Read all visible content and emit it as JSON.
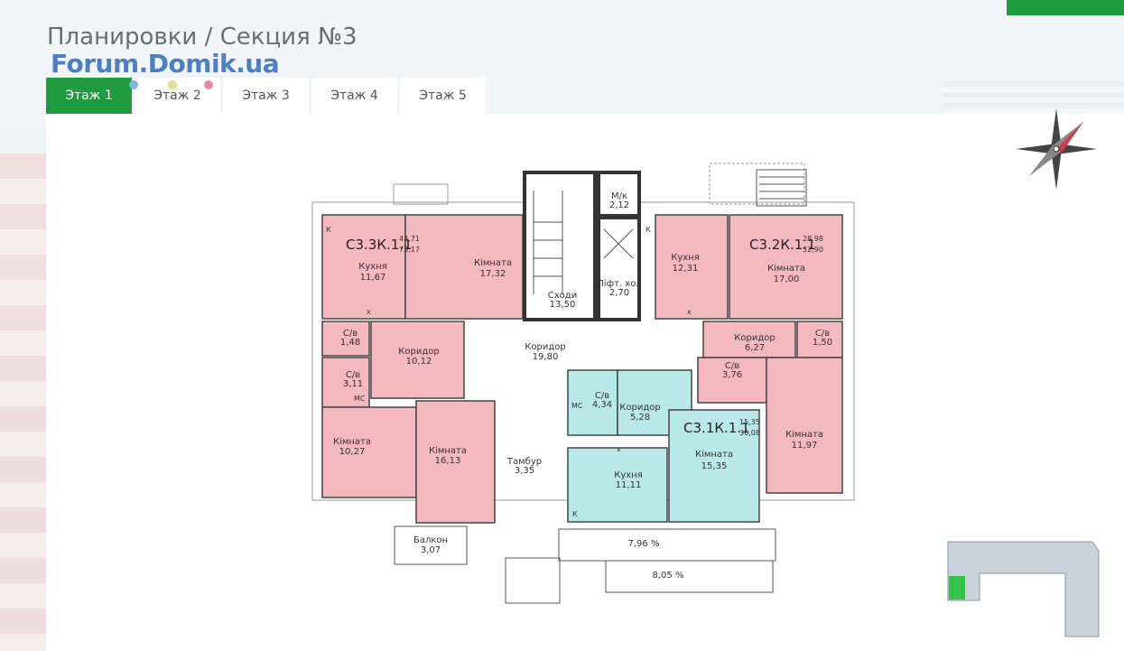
{
  "header": {
    "title": "Планировки / Секция №3",
    "watermark": "Forum.Domik.ua"
  },
  "tabs": [
    {
      "label": "Этаж 1",
      "active": true
    },
    {
      "label": "Этаж 2",
      "active": false
    },
    {
      "label": "Этаж 3",
      "active": false
    },
    {
      "label": "Этаж 4",
      "active": false
    },
    {
      "label": "Этаж 5",
      "active": false
    }
  ],
  "colors": {
    "accent": "#1f9a3d",
    "apt_pink": "#f4b8bf",
    "apt_cyan": "#b9e8ea",
    "dot_blue": "#7fb2dc",
    "dot_yellow": "#dfe08a",
    "dot_pink": "#e08aa0"
  },
  "plan": {
    "apt_left": {
      "code": "С3.3К.1.1",
      "area_living": "43,71",
      "area_total": "73,17"
    },
    "apt_right": {
      "code": "С3.2К.1.1",
      "area_living": "28,98",
      "area_total": "52,90"
    },
    "apt_center": {
      "code": "С3.1К.1.1",
      "area_living": "15,35",
      "area_total": "36,08"
    },
    "rooms": {
      "kitchen_left_name": "Кухня",
      "kitchen_left_area": "11,67",
      "room_left_top_name": "Кімната",
      "room_left_top_area": "17,32",
      "stairs_name": "Сходи",
      "stairs_area": "13,50",
      "mk_name": "М/к",
      "mk_area": "2,12",
      "lift_name": "Ліфт. хол",
      "lift_area": "2,70",
      "kitchen_right_name": "Кухня",
      "kitchen_right_area": "12,31",
      "room_right_top_name": "Кімната",
      "room_right_top_area": "17,00",
      "bath_left_top_name": "С/в",
      "bath_left_top_area": "1,48",
      "corr_left_name": "Коридор",
      "corr_left_area": "10,12",
      "corridor_main_name": "Коридор",
      "corridor_main_area": "19,80",
      "corr_right_name": "Коридор",
      "corr_right_area": "6,27",
      "bath_right_top_name": "С/в",
      "bath_right_top_area": "1,50",
      "bath_left_name": "С/в",
      "bath_left_area": "3,11",
      "bath_center_name": "С/в",
      "bath_center_area": "4,34",
      "corr_center_name": "Коридор",
      "corr_center_area": "5,28",
      "bath_right_name": "С/в",
      "bath_right_area": "3,76",
      "room_left_low_name": "Кімната",
      "room_left_low_area": "10,27",
      "room_left_mid_name": "Кімната",
      "room_left_mid_area": "16,13",
      "tambur_name": "Тамбур",
      "tambur_area": "3,35",
      "kitchen_center_name": "Кухня",
      "kitchen_center_area": "11,11",
      "room_center_name": "Кімната",
      "room_center_area": "15,35",
      "room_right_low_name": "Кімната",
      "room_right_low_area": "11,97",
      "balcony_name": "Балкон",
      "balcony_area": "3,07"
    },
    "ramp_1": "7,96 %",
    "ramp_2": "8,05 %",
    "marks": {
      "k": "К",
      "mc": "МС",
      "x": "х"
    }
  }
}
